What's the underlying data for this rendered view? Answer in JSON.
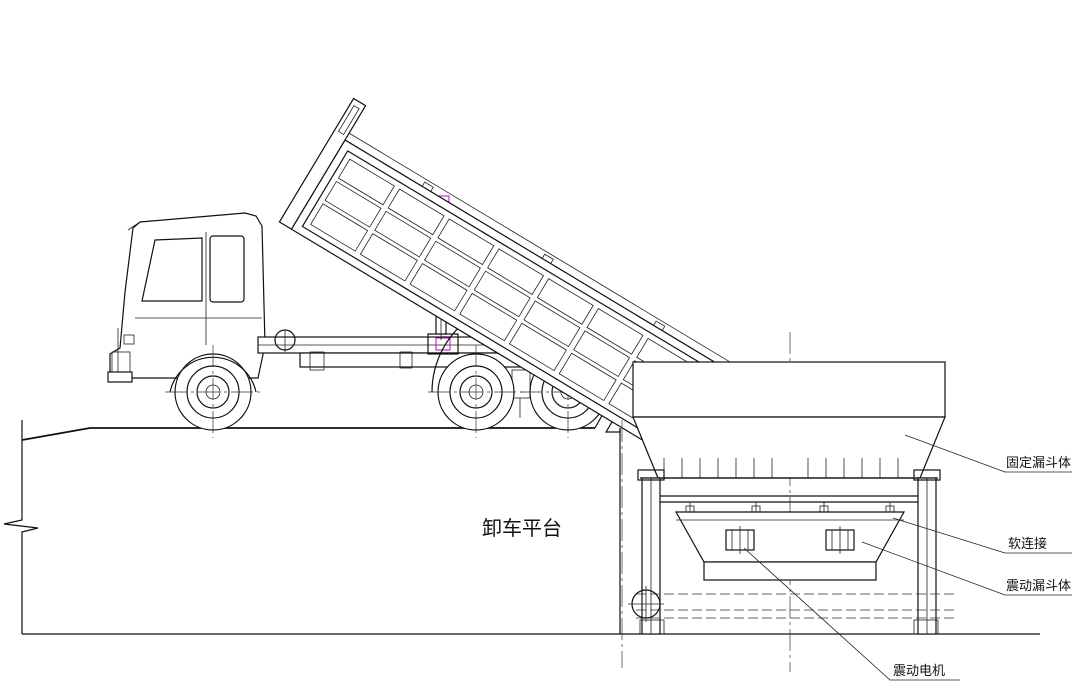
{
  "labels": {
    "platform": "卸车平台",
    "fixed_hopper": "固定漏斗体",
    "soft_connection": "软连接",
    "vibrating_hopper": "震动漏斗体",
    "vibrating_motor": "震动电机"
  },
  "colors": {
    "line": "#111111",
    "hydraulic_highlight": "#c000c0",
    "background": "#ffffff"
  }
}
